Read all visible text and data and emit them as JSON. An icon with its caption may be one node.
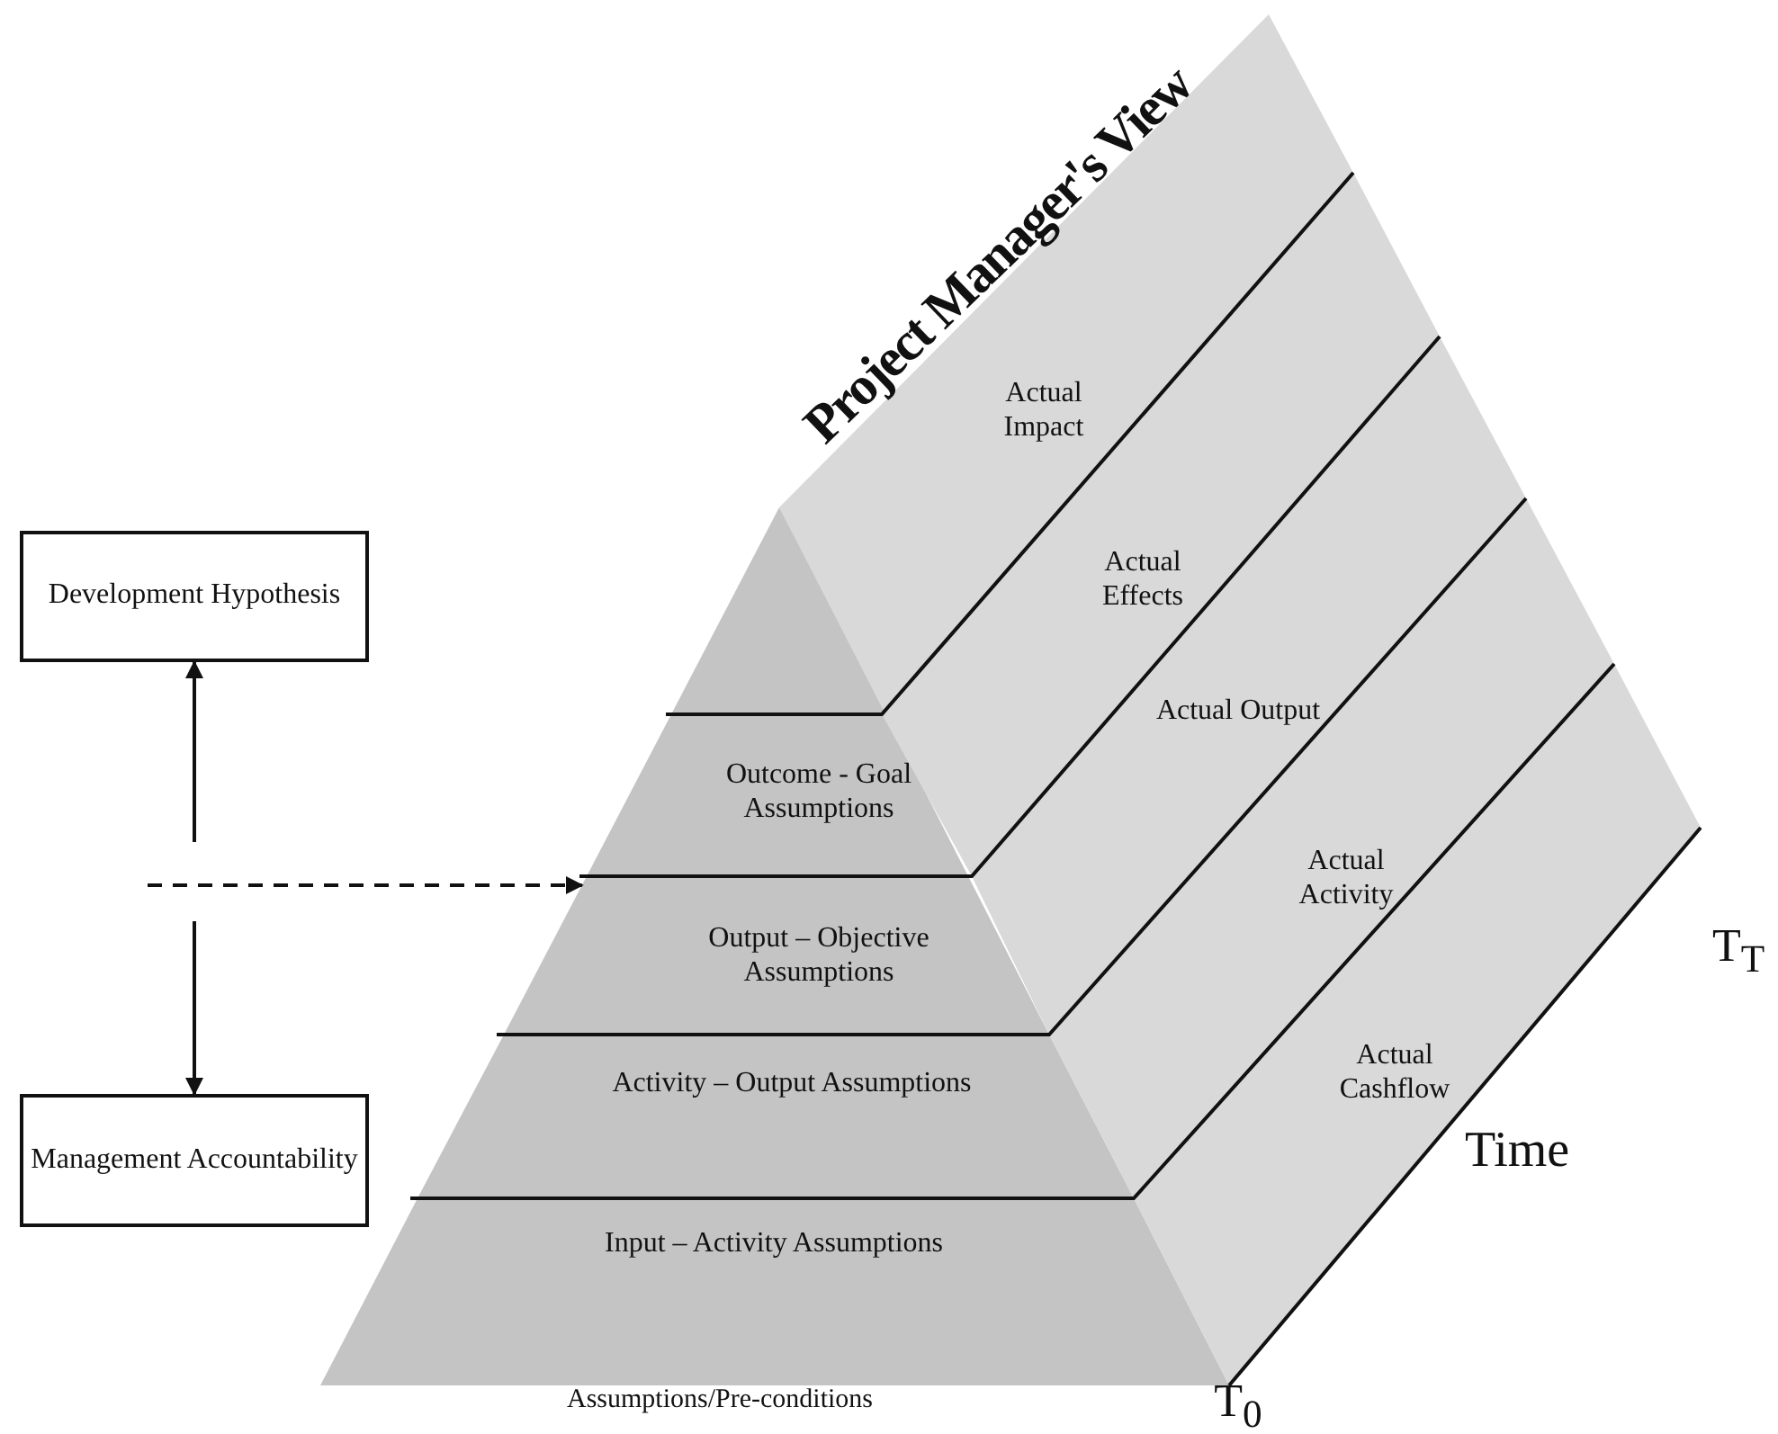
{
  "diagram": {
    "nodes": [
      {
        "text": [
          "Development Hypothesis"
        ]
      },
      {
        "text": [
          "Management Accountability"
        ]
      },
      {
        "text": [
          "Outcome - Goal Assumptions"
        ]
      },
      {
        "text": [
          "Output – Objective Assumptions"
        ]
      },
      {
        "text": [
          "Activity – Output Assumptions"
        ]
      },
      {
        "text": [
          "Input – Activity Assumptions"
        ]
      },
      {
        "text": [
          "Actual Impact"
        ]
      },
      {
        "text": [
          "Actual Effects"
        ]
      },
      {
        "text": [
          "Actual Output"
        ]
      },
      {
        "text": [
          "Actual Activity"
        ]
      },
      {
        "text": [
          "Actual Cashflow"
        ]
      },
      {
        "text": [],
        "shape": "triangle"
      }
    ],
    "edges": [
      {
        "from": null,
        "to": 0,
        "arrow": "to"
      },
      {
        "from": null,
        "to": 1,
        "arrow": "to"
      },
      {
        "from": null,
        "to": 3,
        "arrow": "to",
        "style": "dashed"
      }
    ],
    "labels": [
      "Project Manager's View",
      "Assumptions/Pre-conditions",
      "T$_{T}$",
      "Time",
      "T$_{0}$"
    ]
  }
}
